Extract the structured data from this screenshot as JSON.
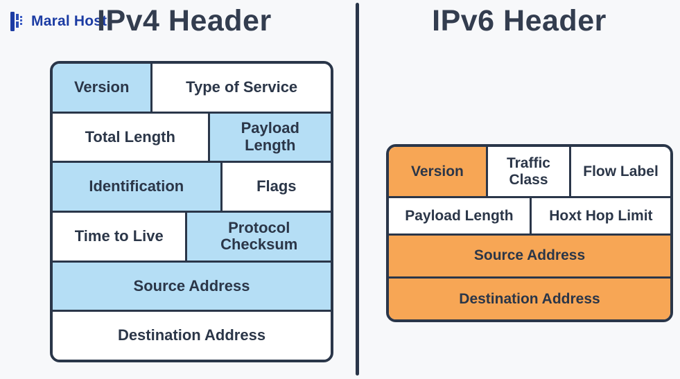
{
  "page": {
    "background": "#f7f8fa",
    "divider_color": "#2a3649",
    "border_color": "#2a3649",
    "text_color": "#2b3648"
  },
  "logo": {
    "text": "Maral Host",
    "color": "#1c3ca3",
    "icon": "server-bars-icon"
  },
  "ipv4": {
    "title": "IPv4 Header",
    "fill_color": "#b5def5",
    "rows": [
      {
        "cells": [
          {
            "label": "Version",
            "filled": true
          },
          {
            "label": "Type of Service",
            "filled": false
          }
        ]
      },
      {
        "cells": [
          {
            "label": "Total Length",
            "filled": false
          },
          {
            "label": "Payload Length",
            "filled": true
          }
        ]
      },
      {
        "cells": [
          {
            "label": "Identification",
            "filled": true
          },
          {
            "label": "Flags",
            "filled": false
          }
        ]
      },
      {
        "cells": [
          {
            "label": "Time to Live",
            "filled": false
          },
          {
            "label": "Protocol Checksum",
            "filled": true
          }
        ]
      },
      {
        "cells": [
          {
            "label": "Source Address",
            "filled": true
          }
        ]
      },
      {
        "cells": [
          {
            "label": "Destination Address",
            "filled": false
          }
        ]
      }
    ]
  },
  "ipv6": {
    "title": "IPv6 Header",
    "fill_color": "#f7a655",
    "rows": [
      {
        "cells": [
          {
            "label": "Version",
            "filled": true
          },
          {
            "label": "Traffic Class",
            "filled": false
          },
          {
            "label": "Flow Label",
            "filled": false
          }
        ]
      },
      {
        "cells": [
          {
            "label": "Payload Length",
            "filled": false
          },
          {
            "label": "Hoxt Hop Limit",
            "filled": false
          }
        ]
      },
      {
        "cells": [
          {
            "label": "Source Address",
            "filled": true
          }
        ]
      },
      {
        "cells": [
          {
            "label": "Destination Address",
            "filled": true
          }
        ]
      }
    ]
  }
}
